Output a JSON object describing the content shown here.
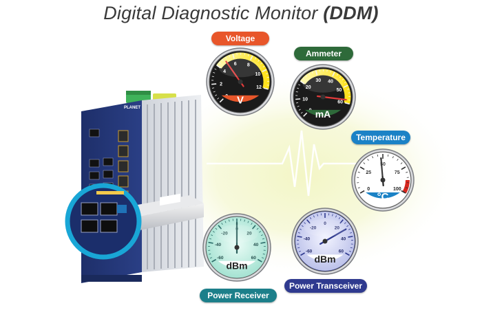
{
  "title": {
    "main": "Digital Diagnostic Monitor ",
    "abbr": "(DDM)"
  },
  "colors": {
    "voltage": "#e8562a",
    "ammeter": "#2e6a3a",
    "temperature": "#1b82c6",
    "receiver": "#1c7f8a",
    "transceiver": "#2f3a8f"
  },
  "gauges": {
    "voltage": {
      "label": "Voltage",
      "unit": "V",
      "ticks": [
        "0",
        "2",
        "4",
        "6",
        "8",
        "10",
        "12"
      ],
      "value": 5
    },
    "ammeter": {
      "label": "Ammeter",
      "unit": "mA",
      "ticks": [
        "0",
        "10",
        "20",
        "30",
        "40",
        "50",
        "60"
      ],
      "value": 58
    },
    "temperature": {
      "label": "Temperature",
      "unit": "°C",
      "ticks": [
        "0",
        "25",
        "50",
        "75",
        "100"
      ],
      "value": 48
    },
    "receiver": {
      "label": "Power Receiver",
      "unit": "dBm",
      "ticks": [
        "-60",
        "-40",
        "-20",
        "0",
        "20",
        "40",
        "60"
      ],
      "value": 0
    },
    "transceiver": {
      "label": "Power Transceiver",
      "unit": "dBm",
      "ticks": [
        "-60",
        "-40",
        "-20",
        "0",
        "20",
        "40",
        "60"
      ],
      "value": 30
    }
  },
  "device": {
    "brand": "PLANET"
  }
}
